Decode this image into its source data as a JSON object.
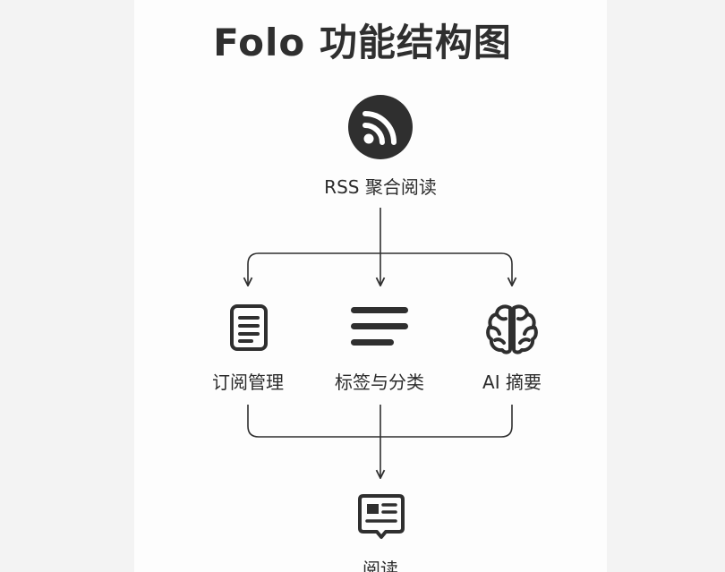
{
  "title": "Folo 功能结构图",
  "nodes": {
    "root": {
      "label": "RSS 聚合阅读",
      "icon": "rss-icon"
    },
    "left": {
      "label": "订阅管理",
      "icon": "document-icon"
    },
    "middle": {
      "label": "标签与分类",
      "icon": "menu-lines-icon"
    },
    "right": {
      "label": "AI 摘要",
      "icon": "brain-icon"
    },
    "bottom": {
      "label": "阅读",
      "icon": "newspaper-icon"
    }
  },
  "colors": {
    "ink": "#2f2f2f",
    "background": "#fdfdfd",
    "side": "#f3f3f3"
  }
}
